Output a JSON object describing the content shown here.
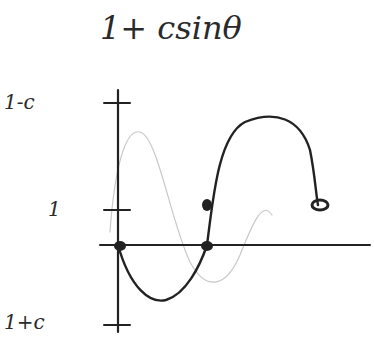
{
  "diagram": {
    "title": "1+ csinθ",
    "labels": [
      "1-c",
      "1",
      "1+c"
    ]
  }
}
